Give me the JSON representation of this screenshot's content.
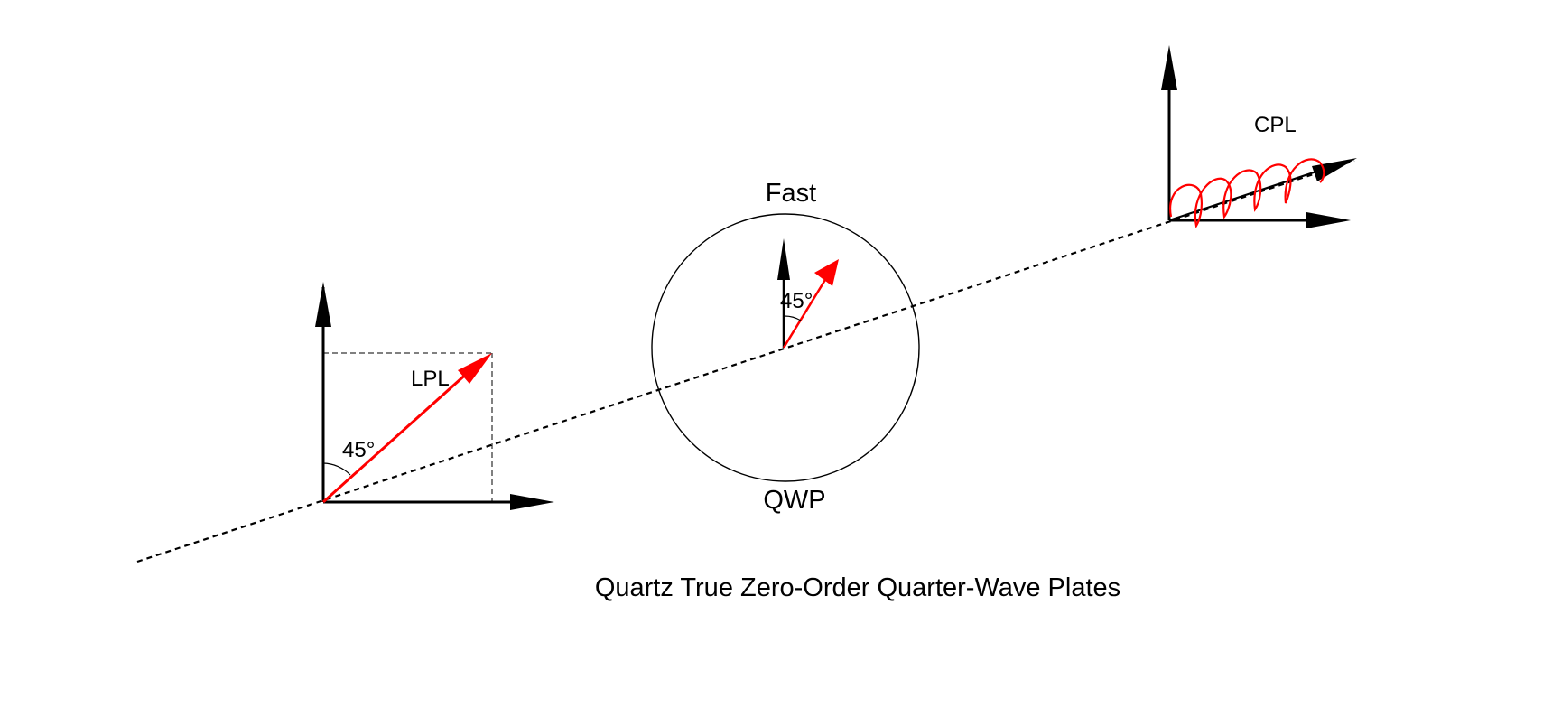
{
  "diagram": {
    "caption": "Quartz True Zero-Order Quarter-Wave Plates",
    "input_label": "LPL",
    "input_angle_label": "45°",
    "plate_fast_label": "Fast",
    "plate_name_label": "QWP",
    "plate_angle_label": "45°",
    "output_label": "CPL"
  },
  "colors": {
    "polarization": "#ff0000",
    "axes": "#000000",
    "background": "#ffffff"
  }
}
